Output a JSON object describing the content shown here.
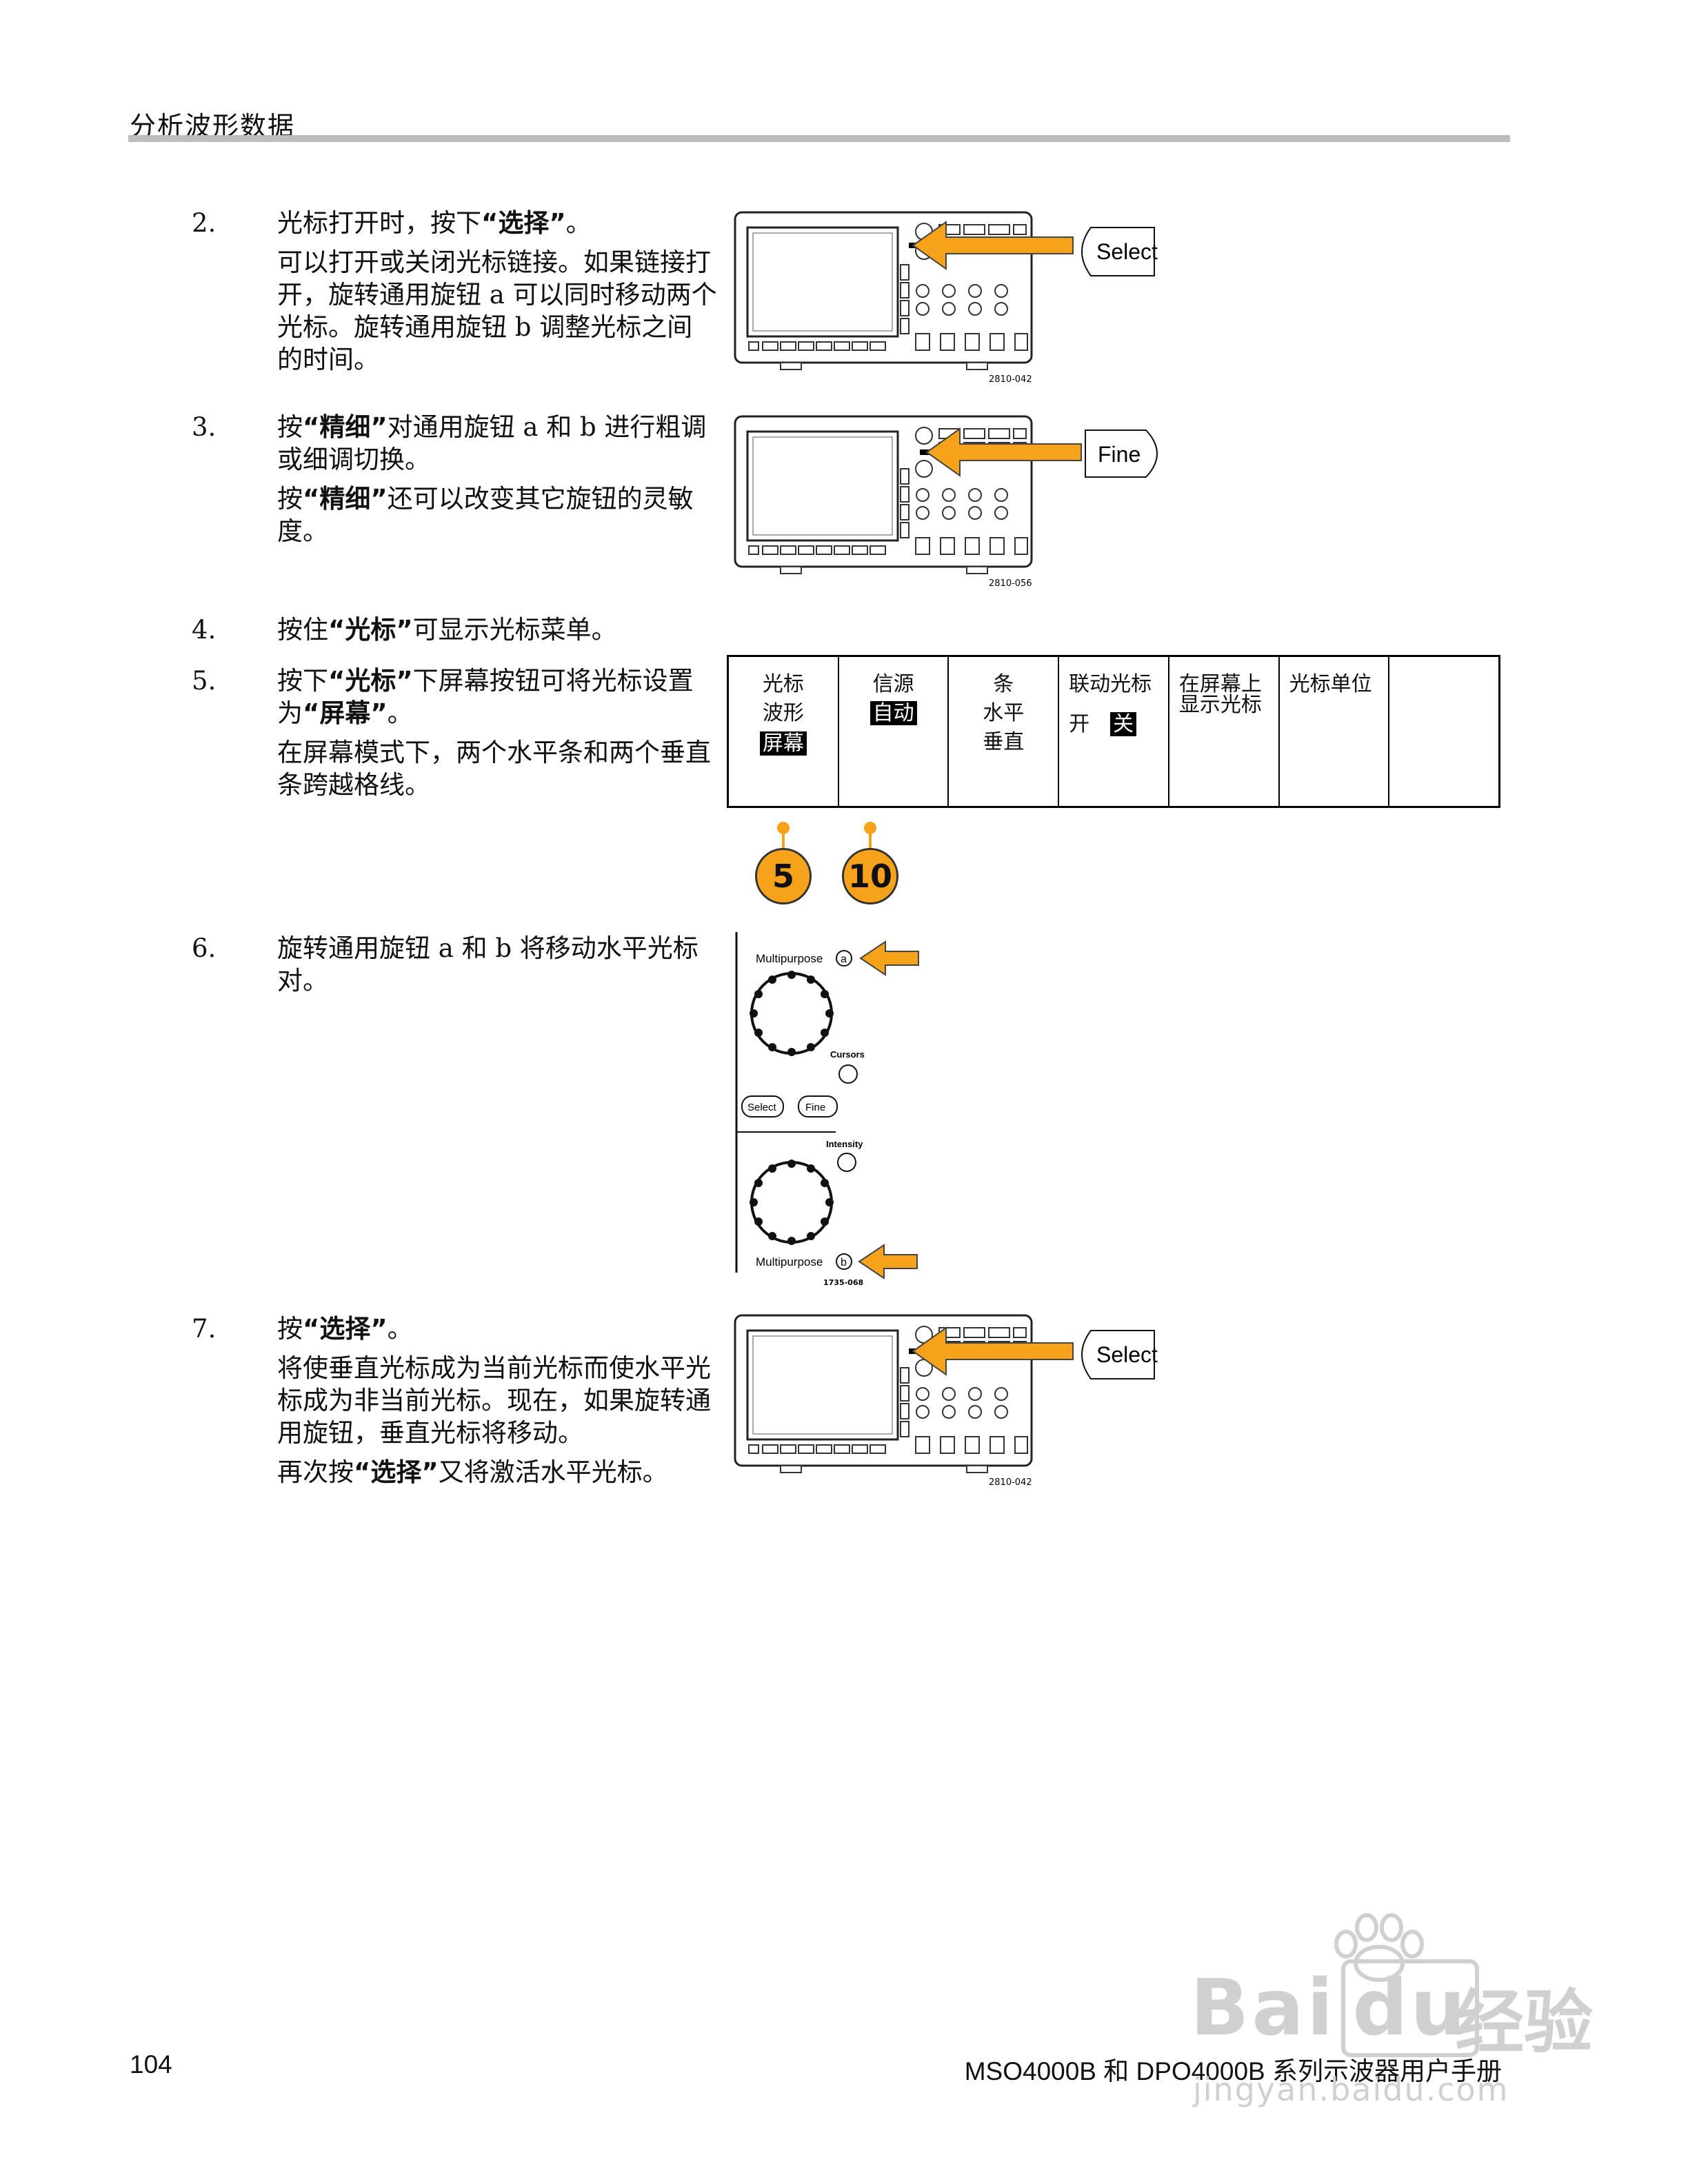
{
  "header": {
    "title": "分析波形数据"
  },
  "steps": [
    {
      "num": "2.",
      "line": [
        "光标打开时，按下",
        "“选择”",
        "。"
      ],
      "sub": [
        "可以打开或关闭光标链接。如果链接打开，旋转通用旋钮 a 可以同时移动两个光标。旋转通用旋钮 b 调整光标之间的时间。"
      ]
    },
    {
      "num": "3.",
      "line": [
        "按",
        "“精细”",
        "对通用旋钮 a 和 b 进行粗调或细调切换。"
      ],
      "sub": [
        "按",
        "“精细”",
        "还可以改变其它旋钮的灵敏度。"
      ]
    },
    {
      "num": "4.",
      "line": [
        "按住",
        "“光标”",
        "可显示光标菜单。"
      ]
    },
    {
      "num": "5.",
      "line": [
        "按下",
        "“光标”",
        "下屏幕按钮可将光标设置为",
        "“屏幕”",
        "。"
      ],
      "sub": [
        "在屏幕模式下，两个水平条和两个垂直条跨越格线。"
      ]
    },
    {
      "num": "6.",
      "line": [
        "旋转通用旋钮 a 和 b 将移动水平光标对。"
      ]
    },
    {
      "num": "7.",
      "line": [
        "按",
        "“选择”",
        "。"
      ],
      "sub": [
        "将使垂直光标成为当前光标而使水平光标成为非当前光标。现在，如果旋转通用旋钮，垂直光标将移动。"
      ],
      "sub2": [
        "再次按",
        "“选择”",
        "又将激活水平光标。"
      ]
    }
  ],
  "figures": {
    "scope1": {
      "callout": "Select",
      "code": "2810-042"
    },
    "scope2": {
      "callout": "Fine",
      "code": "2810-056"
    },
    "scope3": {
      "callout": "Select",
      "code": "2810-042"
    },
    "knobs": {
      "top_label": "Multipurpose",
      "top_letter": "a",
      "cursors": "Cursors",
      "select": "Select",
      "fine": "Fine",
      "intensity": "Intensity",
      "bottom_label": "Multipurpose",
      "bottom_letter": "b",
      "code": "1735-068"
    }
  },
  "menu": {
    "cells": [
      {
        "lines": [
          "光标",
          "波形"
        ],
        "selected": "屏幕"
      },
      {
        "lines": [
          "信源"
        ],
        "selected": "自动"
      },
      {
        "lines": [
          "条",
          "水平",
          "垂直"
        ]
      },
      {
        "lines": [
          "联动光标"
        ],
        "option": "开",
        "selected": "关"
      },
      {
        "lines": [
          "在屏幕上",
          "显示光标"
        ]
      },
      {
        "lines": [
          "光标单位"
        ]
      },
      {
        "lines": []
      }
    ],
    "badges": [
      "5",
      "10"
    ]
  },
  "footer": {
    "page": "104",
    "title": "MSO4000B 和 DPO4000B 系列示波器用户手册"
  },
  "watermark": {
    "brand": "Bai",
    "brand2": "du",
    "cn": "经验",
    "url": "jingyan.baidu.com"
  },
  "colors": {
    "accent": "#f7a21b",
    "rule": "#bdbdbd"
  }
}
